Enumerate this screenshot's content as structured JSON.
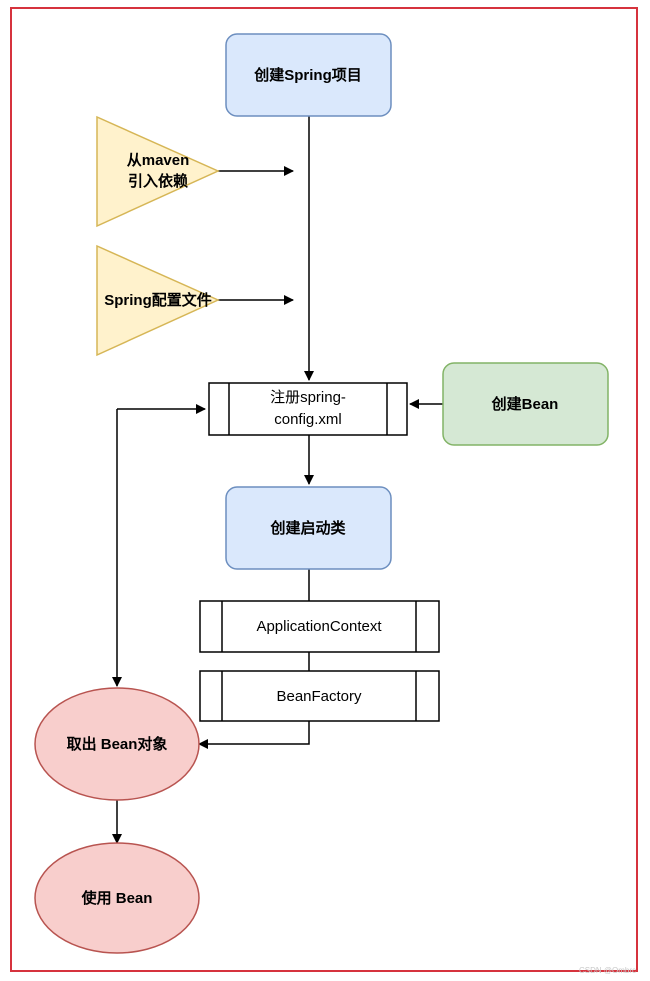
{
  "diagram": {
    "nodes": {
      "create_project": "创建Spring项目",
      "maven_line1": "从maven",
      "maven_line2": "引入依赖",
      "spring_config_file": "Spring配置文件",
      "register_line1": "注册spring-",
      "register_line2": "config.xml",
      "create_bean": "创建Bean",
      "create_startup_class": "创建启动类",
      "application_context": "ApplicationContext",
      "bean_factory": "BeanFactory",
      "get_bean_object": "取出 Bean对象",
      "use_bean": "使用 Bean"
    },
    "watermark": "CSDN @Ombrc"
  },
  "colors": {
    "frame": "#d6333d",
    "blue_fill": "#dae8fc",
    "blue_stroke": "#6c8ebf",
    "yellow_fill": "#fff2cc",
    "yellow_stroke": "#d6b656",
    "green_fill": "#d5e8d4",
    "green_stroke": "#82b366",
    "red_fill": "#f8cecc",
    "red_stroke": "#b85450"
  }
}
